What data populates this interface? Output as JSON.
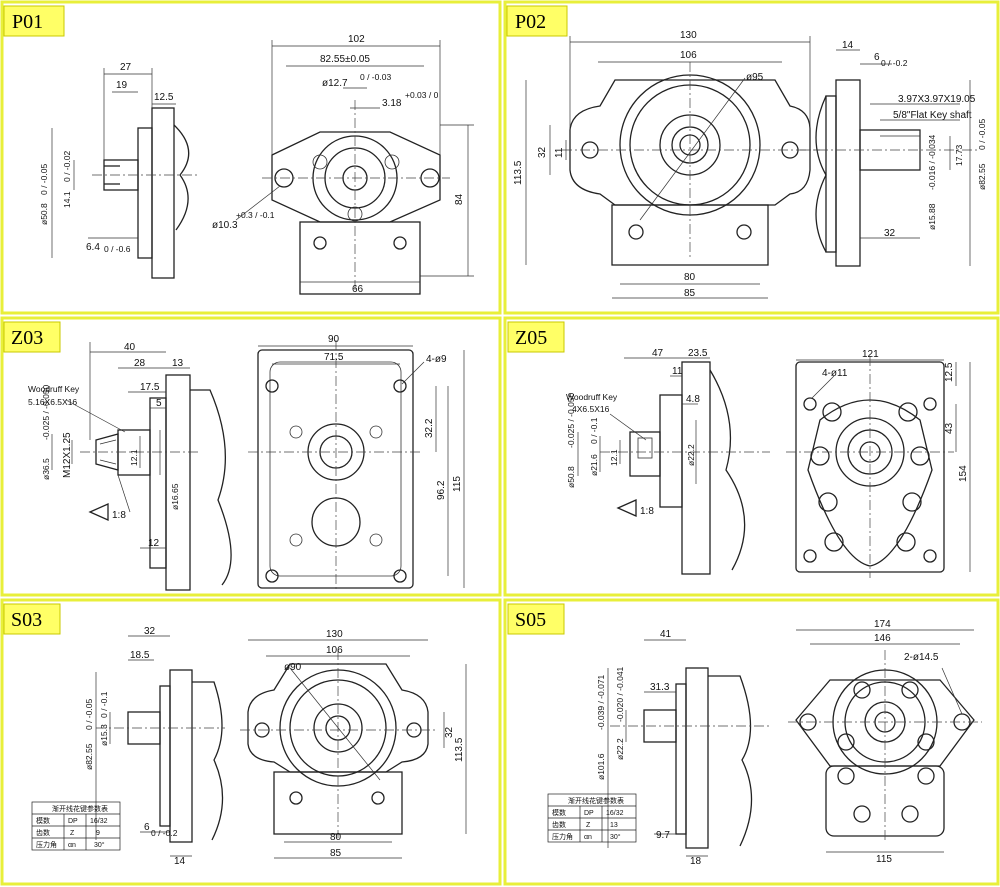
{
  "panels": {
    "p01": {
      "tag": "P01",
      "dims": {
        "d27": "27",
        "d19": "19",
        "d12_5": "12.5",
        "d102": "102",
        "d82_55": "82.55±0.05",
        "shaft_dia": "ø12.7",
        "shaft_tol": "0 / -0.03",
        "key_width": "3.18",
        "key_tol": "+0.03 / 0",
        "pilot_dia": "ø50.8",
        "pilot_tol": "0 / -0.05",
        "key_height": "14.1",
        "key_height_tol": "0 / -0.02",
        "d6_4": "6.4",
        "d6_4_tol": "0 / -0.6",
        "hole": "ø10.3",
        "hole_tol": "+0.3 / -0.1",
        "d84": "84",
        "d66": "66"
      }
    },
    "p02": {
      "tag": "P02",
      "dims": {
        "d130": "130",
        "d106": "106",
        "d95": "ø95",
        "d113_5": "113.5",
        "d32": "32",
        "d11": "11",
        "d80": "80",
        "d85": "85",
        "d14": "14",
        "d6": "6",
        "d6_tol": "0 / -0.2",
        "key_spec": "3.97X3.97X19.05",
        "key_note": "5/8\"Flat Key shaft",
        "d17_73": "17.73",
        "pilot": "ø82.55",
        "pilot_tol": "0 / -0.05",
        "shaft": "ø15.88",
        "shaft_tol": "-0.016 / -0.034",
        "d32b": "32"
      }
    },
    "z03": {
      "tag": "Z03",
      "dims": {
        "d40": "40",
        "d28": "28",
        "d13": "13",
        "d17_5": "17.5",
        "d5": "5",
        "key_label": "Woodruff Key",
        "key_spec": "5.16X6.5X16",
        "pilot": "ø36.5",
        "pilot_tol": "-0.025 / -0.050",
        "thread": "M12X1.25",
        "d12_1": "12.1",
        "shaft": "ø16.65",
        "taper": "1:8",
        "d12": "12",
        "d90": "90",
        "d71_5": "71.5",
        "holes": "4-ø9",
        "d32_2": "32.2",
        "d96_2": "96.2",
        "d115": "115"
      }
    },
    "z05": {
      "tag": "Z05",
      "dims": {
        "d47": "47",
        "d23_5": "23.5",
        "d11": "11",
        "d4_8": "4.8",
        "key_label": "Woodruff Key",
        "key_spec": "4X6.5X16",
        "pilot": "ø50.8",
        "pilot_tol": "-0.025 / -0.050",
        "shaft": "ø21.6",
        "shaft_tol": "0 / -0.1",
        "d12_1": "12.1",
        "d22_2": "ø22.2",
        "taper": "1:8",
        "d121": "121",
        "holes": "4-ø11",
        "d12_5": "12.5",
        "d43": "43",
        "d154": "154"
      }
    },
    "s03": {
      "tag": "S03",
      "dims": {
        "d32": "32",
        "d18_5": "18.5",
        "pilot": "ø82.55",
        "pilot_tol": "0 / -0.05",
        "shaft": "ø15.3",
        "shaft_tol": "0 / -0.1",
        "d6": "6",
        "d6_tol": "0 / -0.2",
        "d14": "14",
        "d130": "130",
        "d106": "106",
        "d90": "ø90",
        "d32b": "32",
        "d113_5": "113.5",
        "d80": "80",
        "d85": "85"
      },
      "table": {
        "title": "渐开线花键参数表",
        "rows": [
          [
            "模数",
            "DP",
            "16/32"
          ],
          [
            "齿数",
            "Z",
            "9"
          ],
          [
            "压力角",
            "αn",
            "30°"
          ]
        ]
      }
    },
    "s05": {
      "tag": "S05",
      "dims": {
        "d41": "41",
        "d31_3": "31.3",
        "pilot": "ø101.6",
        "pilot_tol": "-0.039 / -0.071",
        "shaft": "ø22.2",
        "shaft_tol": "-0.020 / -0.041",
        "d9_7": "9.7",
        "d18": "18",
        "d174": "174",
        "d146": "146",
        "holes": "2-ø14.5",
        "d115": "115"
      },
      "table": {
        "title": "渐开线花键参数表",
        "rows": [
          [
            "模数",
            "DP",
            "16/32"
          ],
          [
            "齿数",
            "Z",
            "13"
          ],
          [
            "压力角",
            "αn",
            "30°"
          ]
        ]
      }
    }
  }
}
